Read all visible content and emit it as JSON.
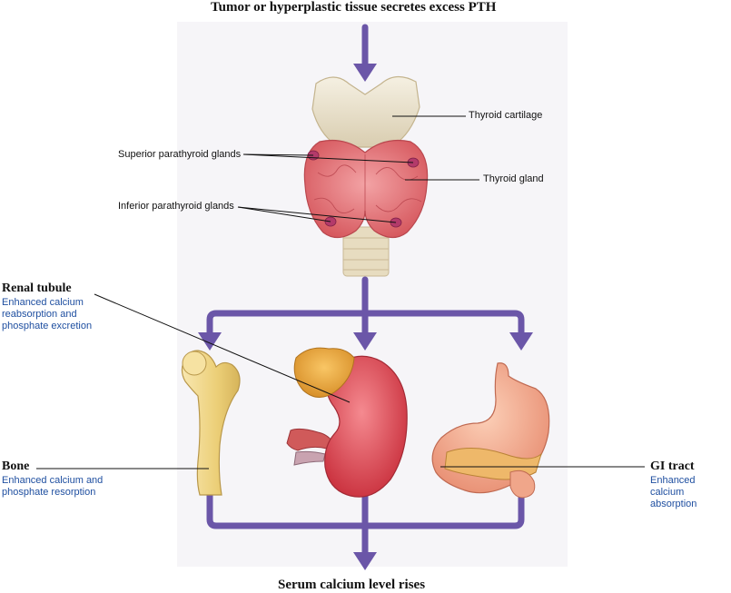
{
  "top_title": "Tumor or hyperplastic tissue secretes excess PTH",
  "bottom_title": "Serum calcium level rises",
  "labels": {
    "thyroid_cartilage": "Thyroid cartilage",
    "superior_parathyroid": "Superior parathyroid glands",
    "thyroid_gland": "Thyroid gland",
    "inferior_parathyroid": "Inferior parathyroid glands"
  },
  "organs": {
    "renal": {
      "title": "Renal tubule",
      "desc": "Enhanced calcium\nreabsorption and\nphosphate excretion"
    },
    "bone": {
      "title": "Bone",
      "desc": "Enhanced calcium and\nphosphate resorption"
    },
    "gi": {
      "title": "GI tract",
      "desc": "Enhanced calcium\nabsorption"
    }
  },
  "colors": {
    "arrow": "#6b56a8",
    "description_text": "#1f4fa0",
    "thyroid_tissue": "#e87c80",
    "cartilage": "#ece4cf",
    "kidney": "#dc4a54",
    "bone": "#f0d488",
    "stomach": "#f4a888"
  },
  "icons": {
    "flow_arrow": "arrow-down-icon"
  }
}
